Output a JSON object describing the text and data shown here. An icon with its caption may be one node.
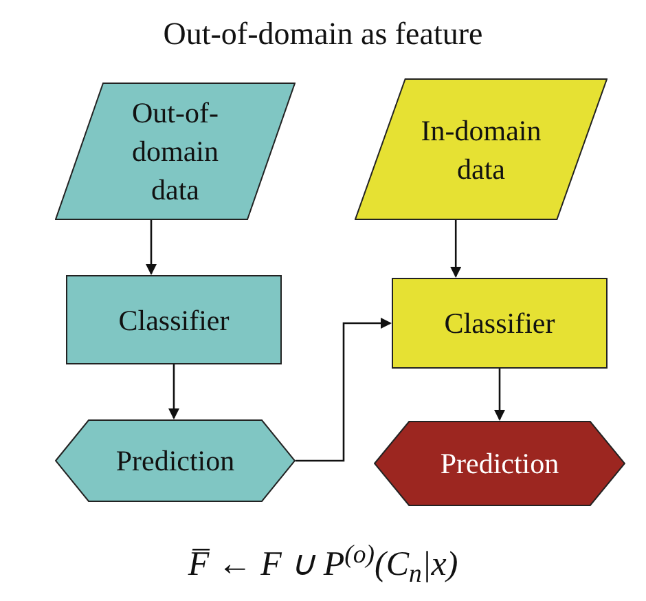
{
  "diagram": {
    "title": "Out-of-domain as feature",
    "nodes": [
      {
        "text": [
          "Out-of-domain data"
        ]
      },
      {
        "text": [
          "In-domain data"
        ]
      },
      {
        "text": [
          "Classifier"
        ]
      },
      {
        "text": [
          "Classifier"
        ]
      },
      {
        "text": [
          "Prediction"
        ]
      },
      {
        "text": [
          "Prediction"
        ]
      }
    ],
    "edges": [
      {
        "from": 0,
        "to": 2,
        "arrow": "to"
      },
      {
        "from": 2,
        "to": 4,
        "arrow": "to"
      },
      {
        "from": 4,
        "to": 3,
        "arrow": "to"
      },
      {
        "from": 1,
        "to": 3,
        "arrow": "to"
      },
      {
        "from": 3,
        "to": 5,
        "arrow": "to"
      }
    ],
    "labels": [
      "F̅ ← F ∪ P$^{(o)}$(C$_{n}$|x)"
    ]
  }
}
